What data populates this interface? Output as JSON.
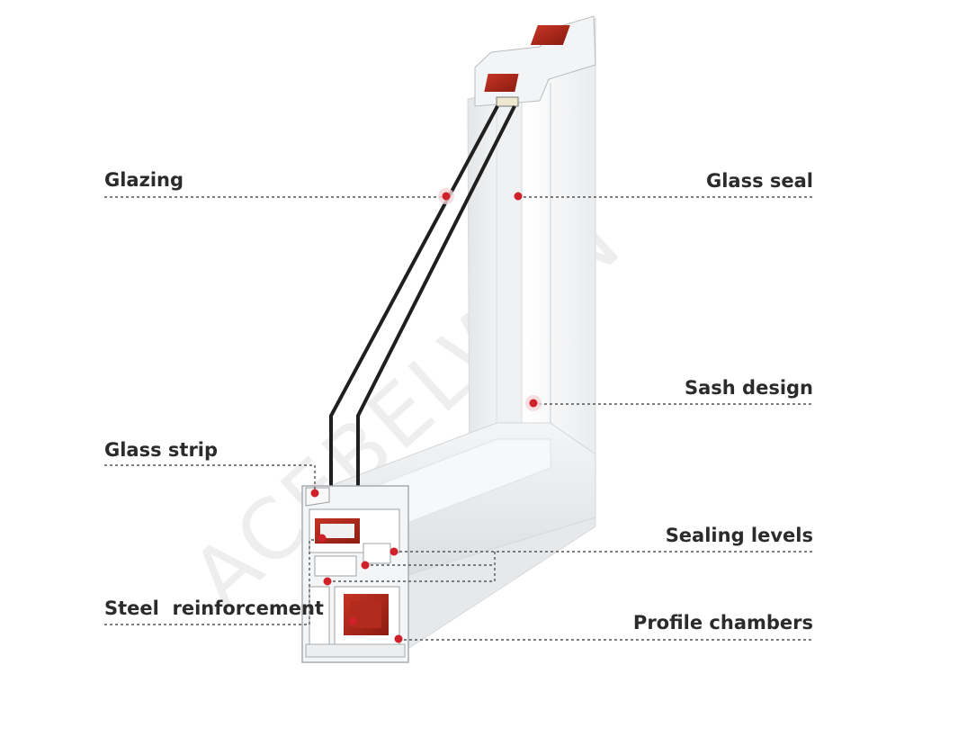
{
  "watermark": "ACEBELWEN",
  "colors": {
    "text": "#2b2b2b",
    "accent": "#d0202a",
    "leader": "#555555",
    "steel": "#a02418",
    "glass": "#1f1f1f"
  },
  "labels": {
    "glazing": "Glazing",
    "glass_seal": "Glass seal",
    "sash_design": "Sash design",
    "glass_strip": "Glass strip",
    "sealing_levels": "Sealing levels",
    "steel_reinforcement": "Steel  reinforcement",
    "profile_chambers": "Profile chambers"
  }
}
